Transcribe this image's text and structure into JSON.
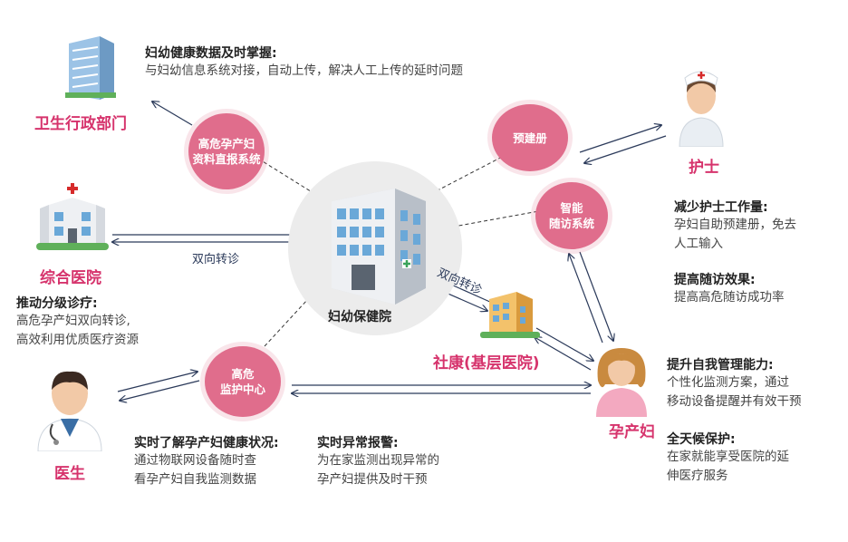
{
  "center": {
    "label": "妇幼保健院"
  },
  "nodes": {
    "health_admin": {
      "label": "卫生行政部门",
      "icon": "office-building-icon"
    },
    "hospital": {
      "label": "综合医院",
      "icon": "hospital-icon"
    },
    "doctor": {
      "label": "医生",
      "icon": "doctor-icon"
    },
    "nurse": {
      "label": "护士",
      "icon": "nurse-icon"
    },
    "community": {
      "label": "社康(基层医院)",
      "icon": "community-clinic-icon"
    },
    "pregnant": {
      "label": "孕产妇",
      "icon": "pregnant-woman-icon"
    }
  },
  "badges": {
    "report": [
      "高危孕产妇",
      "资料直报系统"
    ],
    "prebuild": [
      "预建册"
    ],
    "followup": [
      "智能",
      "随访系统"
    ],
    "monitor": [
      "高危",
      "监护中心"
    ]
  },
  "link_labels": {
    "hospital_referral": "双向转诊",
    "community_referral": "双向转诊"
  },
  "notes": {
    "health_data": {
      "heading": "妇幼健康数据及时掌握:",
      "lines": [
        "与妇幼信息系统对接，自动上传，解决人工上传的延时问题"
      ]
    },
    "tiered": {
      "heading": "推动分级诊疗:",
      "lines": [
        "高危孕产妇双向转诊,",
        "高效利用优质医疗资源"
      ]
    },
    "nurse_work": {
      "heading": "减少护士工作量:",
      "lines": [
        "孕妇自助预建册，免去",
        "人工输入"
      ]
    },
    "followup_effect": {
      "heading": "提高随访效果:",
      "lines": [
        "提高高危随访成功率"
      ]
    },
    "self_manage": {
      "heading": "提升自我管理能力:",
      "lines": [
        "个性化监测方案，通过",
        "移动设备提醒并有效干预"
      ]
    },
    "full_care": {
      "heading": "全天候保护:",
      "lines": [
        "在家就能享受医院的延",
        "伸医疗服务"
      ]
    },
    "realtime_status": {
      "heading": "实时了解孕产妇健康状况:",
      "lines": [
        "通过物联网设备随时查",
        "看孕产妇自我监测数据"
      ]
    },
    "realtime_alarm": {
      "heading": "实时异常报警:",
      "lines": [
        "为在家监测出现异常的",
        "孕产妇提供及时干预"
      ]
    }
  },
  "colors": {
    "accent": "#d6336c",
    "badge": "#e06d8c",
    "line": "#2b3a5a"
  }
}
